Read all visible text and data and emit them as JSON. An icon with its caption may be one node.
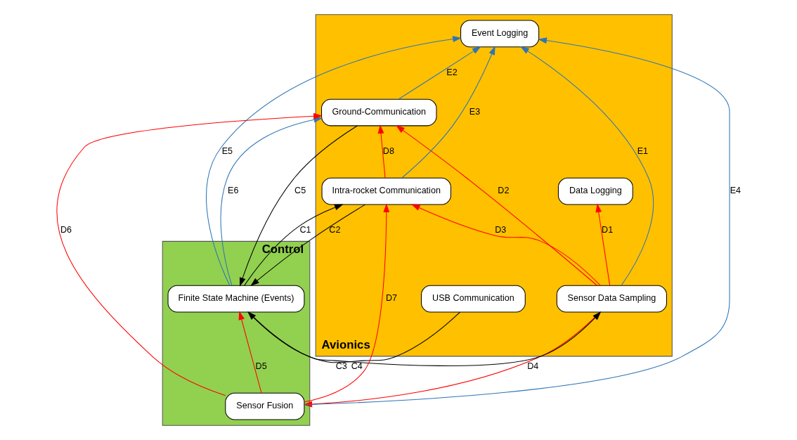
{
  "diagram": {
    "nodes": [
      {
        "text": [
          "Avionics"
        ]
      },
      {
        "text": [
          "Control"
        ]
      },
      {
        "text": [
          "Ground-Communication"
        ],
        "in": 0
      },
      {
        "text": [
          "Sensor Data Sampling"
        ],
        "in": 0
      },
      {
        "text": [
          "Data Logging"
        ],
        "in": 0
      },
      {
        "text": [
          "Intra-rocket Communication"
        ],
        "in": 0
      },
      {
        "text": [
          "Event Logging"
        ],
        "in": 0
      },
      {
        "text": [
          "USB Communication"
        ],
        "in": 0
      },
      {
        "text": [
          "Finite State Machine (Events)"
        ],
        "in": 1
      },
      {
        "text": [
          "Sensor Fusion"
        ],
        "in": 1
      }
    ],
    "edges": [
      {
        "from": 3,
        "to": 4,
        "arrow": "to",
        "label": "D1",
        "color": "#ff0000"
      },
      {
        "from": 3,
        "to": 2,
        "arrow": "to",
        "label": "D2",
        "color": "#ff0000"
      },
      {
        "from": 3,
        "to": 5,
        "arrow": "to",
        "label": "D3",
        "color": "#ff0000"
      },
      {
        "from": 3,
        "to": 9,
        "arrow": "to",
        "label": "D4",
        "color": "#ff0000"
      },
      {
        "from": 9,
        "to": 8,
        "arrow": "to",
        "label": "D5",
        "color": "#ff0000"
      },
      {
        "from": 9,
        "to": 2,
        "arrow": "to",
        "label": "D6",
        "color": "#ff0000"
      },
      {
        "from": 9,
        "to": 5,
        "arrow": "to",
        "label": "D7",
        "color": "#ff0000"
      },
      {
        "from": 5,
        "to": 2,
        "arrow": "to",
        "label": "D8",
        "color": "#ff0000"
      },
      {
        "from": 3,
        "to": 6,
        "arrow": "to",
        "label": "E1",
        "color": "#2e75b6"
      },
      {
        "from": 2,
        "to": 6,
        "arrow": "to",
        "label": "E2",
        "color": "#2e75b6"
      },
      {
        "from": 5,
        "to": 6,
        "arrow": "to",
        "label": "E3",
        "color": "#2e75b6"
      },
      {
        "from": 9,
        "to": 6,
        "arrow": "to",
        "label": "E4",
        "color": "#2e75b6"
      },
      {
        "from": 8,
        "to": 6,
        "arrow": "to",
        "label": "E5",
        "color": "#2e75b6"
      },
      {
        "from": 8,
        "to": 2,
        "arrow": "to",
        "label": "E6",
        "color": "#2e75b6"
      },
      {
        "from": 8,
        "to": 5,
        "arrow": "to",
        "label": "C1",
        "color": "#000000"
      },
      {
        "from": 5,
        "to": 8,
        "arrow": "to",
        "label": "C2",
        "color": "#000000"
      },
      {
        "from": 8,
        "to": 3,
        "arrow": "to",
        "label": "C3",
        "color": "#000000"
      },
      {
        "from": 7,
        "to": 8,
        "arrow": "to",
        "label": "C4",
        "color": "#000000"
      },
      {
        "from": 2,
        "to": 8,
        "arrow": "to",
        "label": "C5",
        "color": "#000000"
      }
    ]
  }
}
